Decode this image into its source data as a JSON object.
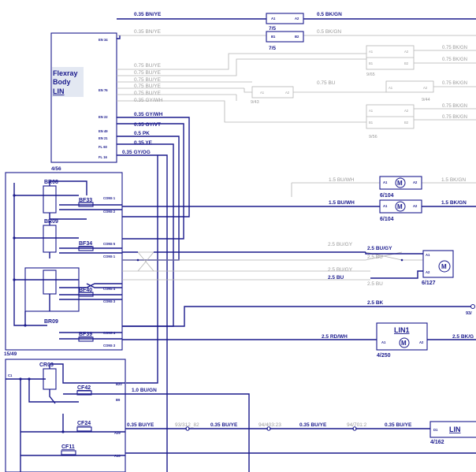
{
  "flexray": {
    "title_lines": [
      "Flexray",
      "Body",
      "LIN"
    ],
    "ref": "4/56",
    "pins": [
      "EN 34",
      "EN 76",
      "EN 22",
      "EN 49",
      "EN 21",
      "FL 60",
      "FL 16"
    ]
  },
  "top_wires": [
    {
      "label": "0.35 BN/YE",
      "end_label": "0.5 BK/GN",
      "connector": "7/5"
    },
    {
      "label": "0.35 BN/YE",
      "end_label": "0.5 BK/GN",
      "connector": "7/5"
    }
  ],
  "grey_wires": [
    "0.75 BU/YE",
    "0.75 BU/YE",
    "0.75 BU/YE",
    "0.75 BU/YE",
    "0.75 BU/YE",
    "0.35 GY/WH"
  ],
  "blue_wires": [
    "0.35 GY/WH",
    "0.35 GY/VT",
    "0.5 PK",
    "0.35 YE",
    "0.35 GY/OG"
  ],
  "grey_right": {
    "top_ref": "9/65",
    "mid_label": "0.75 BU",
    "left_ref": "9/43",
    "right_ref": "9/44",
    "bottom_ref": "9/56",
    "right_labels": [
      "0.75 BK/GN",
      "0.75 BK/GN",
      "0.75 BK/GN",
      "0.75 BK/GN",
      "0.75 BK/GN"
    ]
  },
  "relay_box": {
    "ref": "15/49",
    "relays": [
      "BR08",
      "BR09",
      "BR09"
    ],
    "fuses": [
      "BF33",
      "BF34",
      "BF40",
      "BF39"
    ],
    "pins": [
      "CON5 1",
      "CON5 2",
      "CON5 5",
      "CON5 1",
      "CON5 4",
      "CON5 3",
      "CON5 4",
      "CON5 3"
    ]
  },
  "motors": {
    "m1": {
      "left": "1.5 BU/WH",
      "right": "1.5 BK/GN",
      "ref": "6/104"
    },
    "m2": {
      "left": "1.5 BU/WH",
      "right": "1.5 BK/GN",
      "ref": "6/104"
    },
    "m3": {
      "wires": [
        "2.5 BU/GY",
        "2.5 BU/GY",
        "2.5 BU",
        "2.5 BU/GY",
        "2.5 BU",
        "2.5 BU"
      ],
      "ref": "6/127"
    }
  },
  "bk_wire": {
    "label": "2.5 BK",
    "ref": "93/"
  },
  "lin1": {
    "title": "LIN1",
    "left": "2.5 RD/WH",
    "right": "2.5 BK/G",
    "ref": "4/250"
  },
  "cr_box": {
    "relay": "CR03",
    "fuses": [
      "CF42",
      "CF24",
      "CF11"
    ],
    "pins": [
      "C1",
      "B20",
      "B9",
      "A29",
      "A10"
    ],
    "wire_out": "1.0 BU/GN"
  },
  "bottom_chain": {
    "labels": [
      "0.35 BU/YE",
      "93/312_82",
      "0.35 BU/YE",
      "94/403:23",
      "0.35 BU/YE",
      "94/701:2",
      "0.35 BU/YE"
    ],
    "lin_title": "LIN",
    "lin_ref": "4/162",
    "lin_pin": "D1"
  },
  "pin_a1": "A1",
  "pin_a2": "A2",
  "pin_b1": "B1",
  "pin_b2": "B2",
  "motor_symbol": "M",
  "colors": {
    "wire_blue": "#1a1a8c",
    "wire_grey": "#b4b4b4"
  }
}
